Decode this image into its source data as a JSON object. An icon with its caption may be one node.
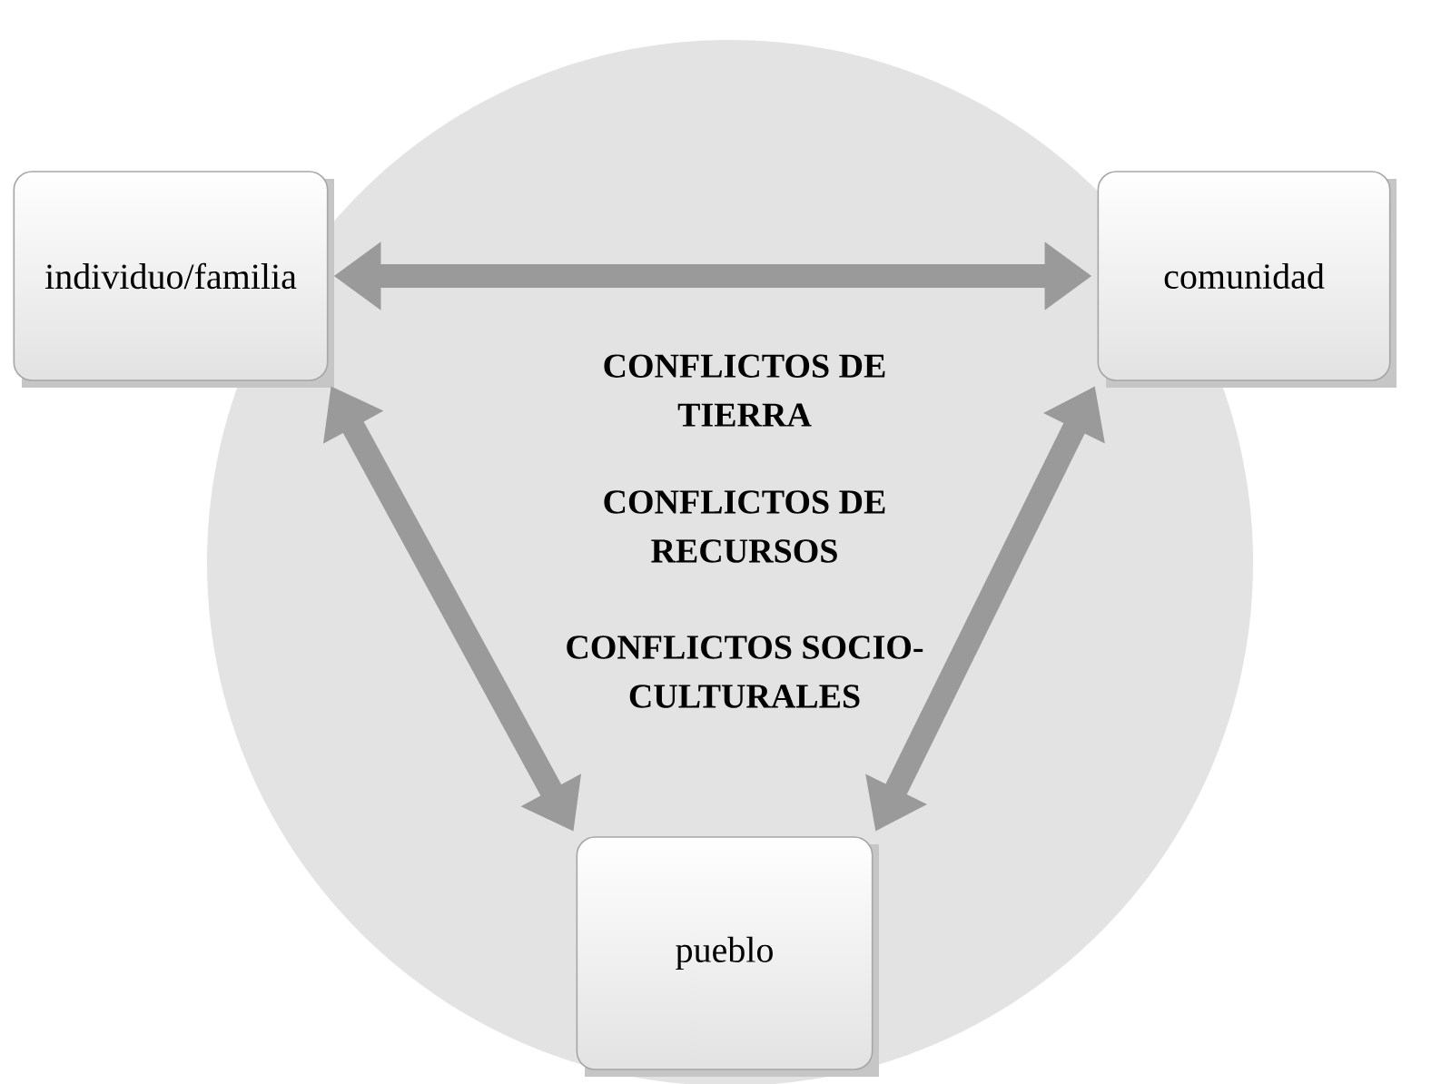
{
  "diagram": {
    "nodes": [
      {
        "text": [
          "individuo/familia"
        ]
      },
      {
        "text": [
          "comunidad"
        ]
      },
      {
        "text": [
          "pueblo"
        ]
      }
    ],
    "edges": [
      {
        "from": 0,
        "to": 1,
        "arrow": "both"
      },
      {
        "from": 0,
        "to": 2,
        "arrow": "both"
      },
      {
        "from": 1,
        "to": 2,
        "arrow": "both"
      }
    ],
    "labels": [
      "CONFLICTOS DE TIERRA",
      "CONFLICTOS DE RECURSOS",
      "CONFLICTOS SOCIO-CULTURALES"
    ]
  }
}
